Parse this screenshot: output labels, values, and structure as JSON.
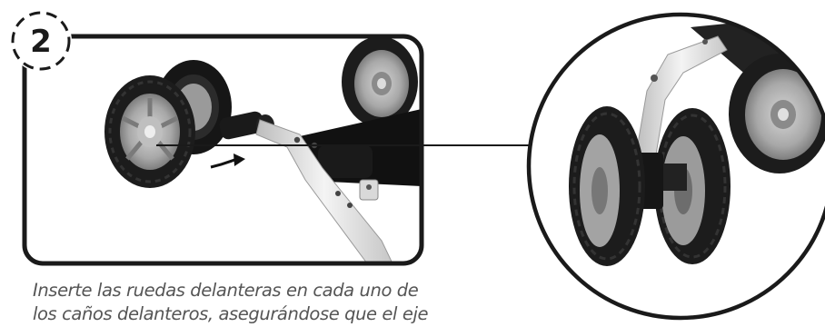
{
  "step": {
    "number": "2"
  },
  "caption": {
    "line1": "Inserte las ruedas delanteras en cada uno de",
    "line2": "los caños delanteros, asegurándose que el eje"
  },
  "colors": {
    "frame": "#1a1a1a",
    "tire": "#1c1c1c",
    "hub": "#a9a9a9",
    "tube": "#e6e6e6",
    "caption_text": "#555555"
  },
  "icons": [
    "step-badge",
    "direction-arrow-icon",
    "callout-line"
  ]
}
